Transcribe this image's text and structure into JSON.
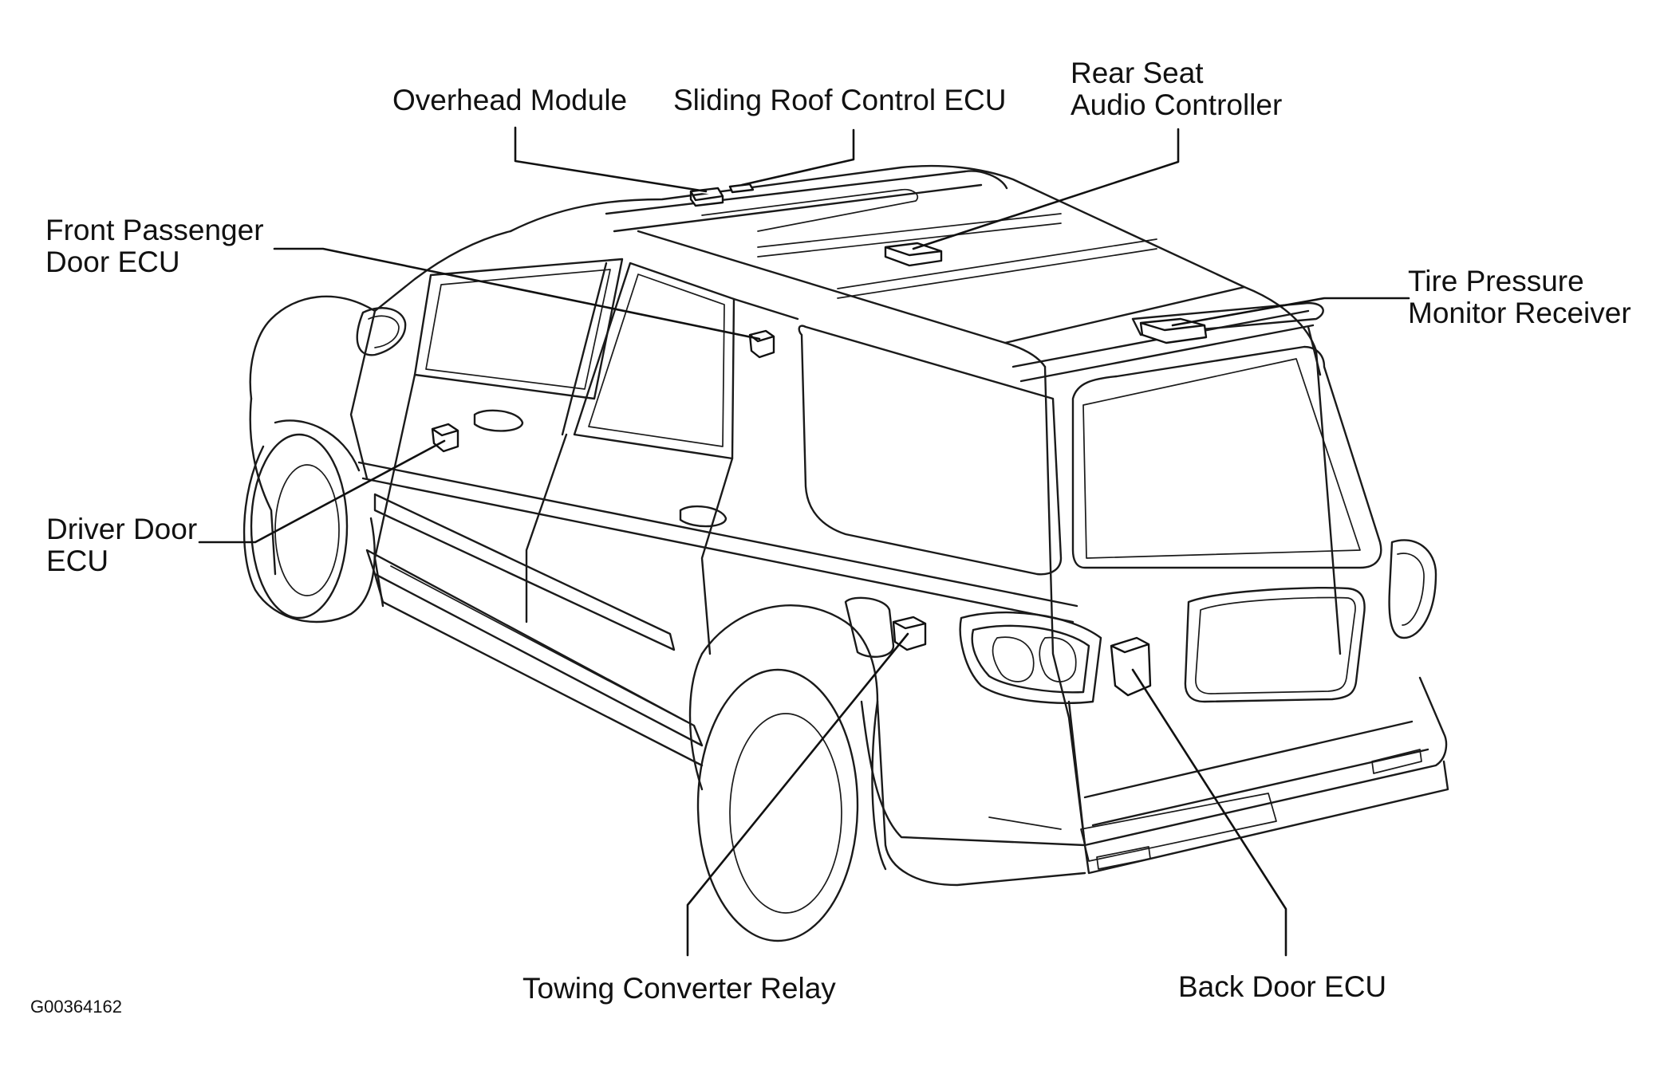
{
  "diagram": {
    "labels": {
      "overhead_module": {
        "lines": [
          "Overhead Module"
        ]
      },
      "sliding_roof": {
        "lines": [
          "Sliding Roof Control ECU"
        ]
      },
      "rear_seat_audio": {
        "lines": [
          "Rear Seat",
          "Audio Controller"
        ]
      },
      "front_passenger_door": {
        "lines": [
          "Front Passenger",
          "Door ECU"
        ]
      },
      "tire_pressure": {
        "lines": [
          "Tire Pressure",
          "Monitor Receiver"
        ]
      },
      "driver_door": {
        "lines": [
          "Driver Door",
          "ECU"
        ]
      },
      "towing_relay": {
        "lines": [
          "Towing Converter Relay"
        ]
      },
      "back_door": {
        "lines": [
          "Back Door ECU"
        ]
      }
    },
    "figure_code": "G00364162"
  }
}
